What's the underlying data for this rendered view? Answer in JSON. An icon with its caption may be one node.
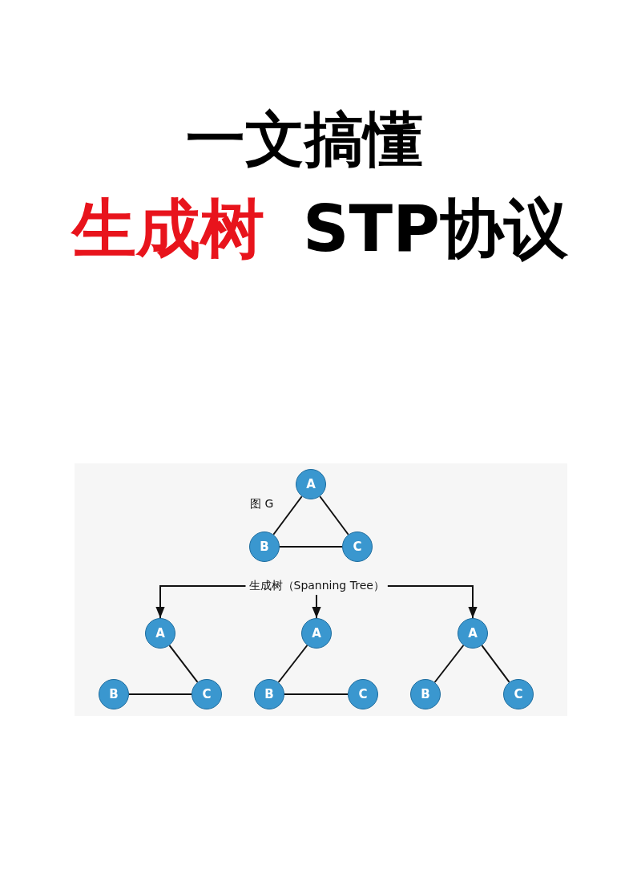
{
  "diagram": {
    "title": "一文搞懂",
    "nodes": [
      {
        "text": [
          "A"
        ]
      },
      {
        "text": [
          "B"
        ]
      },
      {
        "text": [
          "C"
        ]
      },
      {
        "text": [
          "生成树（Spanning Tree）"
        ]
      },
      {
        "text": [
          "A"
        ]
      },
      {
        "text": [
          "B"
        ]
      },
      {
        "text": [
          "C"
        ]
      },
      {
        "text": [
          "A"
        ]
      },
      {
        "text": [
          "B"
        ]
      },
      {
        "text": [
          "C"
        ]
      },
      {
        "text": [
          "A"
        ]
      },
      {
        "text": [
          "B"
        ]
      },
      {
        "text": [
          "C"
        ]
      }
    ],
    "edges": [
      {
        "from": 0,
        "to": 1,
        "arrow": "none"
      },
      {
        "from": 0,
        "to": 2,
        "arrow": "none"
      },
      {
        "from": 1,
        "to": 2,
        "arrow": "none"
      },
      {
        "from": 3,
        "to": 4,
        "arrow": "to"
      },
      {
        "from": 3,
        "to": 7,
        "arrow": "to"
      },
      {
        "from": 3,
        "to": 10,
        "arrow": "to"
      },
      {
        "from": 4,
        "to": 6,
        "arrow": "none"
      },
      {
        "from": 5,
        "to": 6,
        "arrow": "none"
      },
      {
        "from": 7,
        "to": 8,
        "arrow": "none"
      },
      {
        "from": 8,
        "to": 9,
        "arrow": "none"
      },
      {
        "from": 10,
        "to": 11,
        "arrow": "none"
      },
      {
        "from": 10,
        "to": 12,
        "arrow": "none"
      }
    ],
    "labels": [
      "生成树",
      "STP协议",
      "图 G"
    ]
  }
}
